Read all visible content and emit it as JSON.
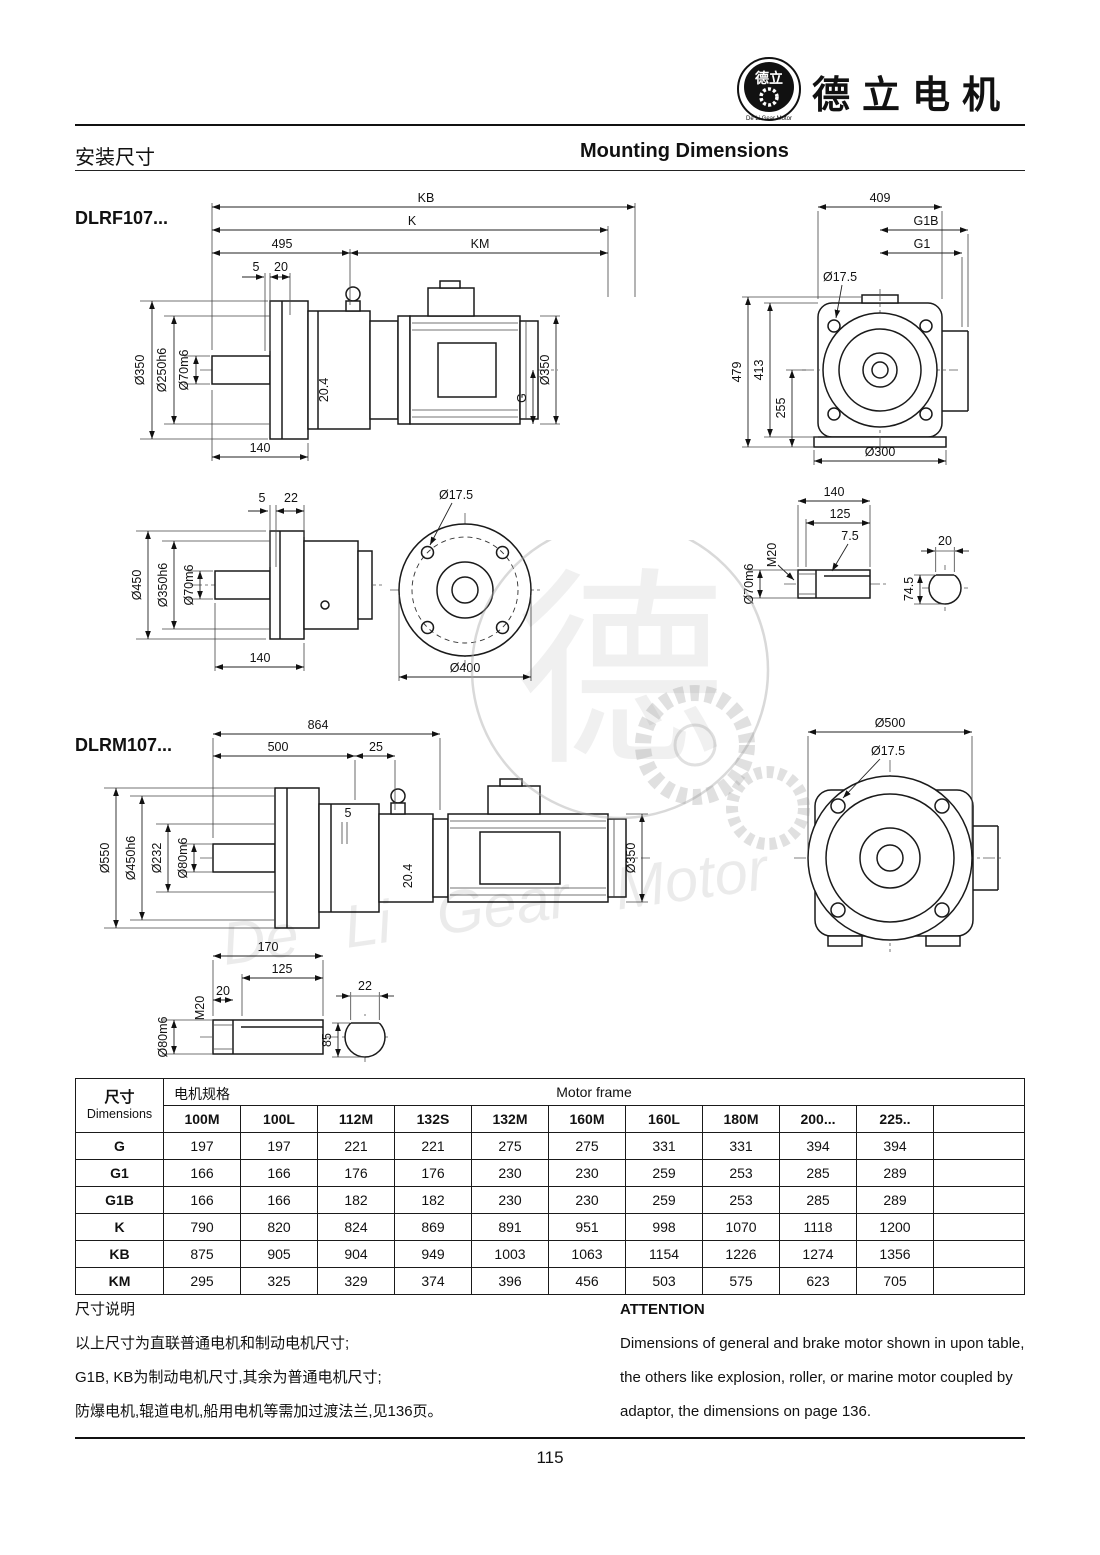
{
  "page": {
    "number": "115"
  },
  "header": {
    "brand": "德立电机",
    "logo_chars": "德立",
    "logo_small_text": "De Li Gear Motor",
    "title_cn": "安装尺寸",
    "title_en": "Mounting Dimensions"
  },
  "watermark": {
    "glyph": "德",
    "text": "De Li Gear Motor"
  },
  "dlrf": {
    "model": "DLRF107...",
    "side": {
      "kb": "KB",
      "k": "K",
      "len_495": "495",
      "km": "KM",
      "off_5": "5",
      "off_20": "20",
      "dia_350_flange": "Ø350",
      "dia_250h6": "Ø250h6",
      "dia_70m6": "Ø70m6",
      "key_204": "20.4",
      "g": "G",
      "dia_350_motor": "Ø350",
      "len_140": "140"
    },
    "front": {
      "w_409": "409",
      "g1b": "G1B",
      "g1": "G1",
      "dia_175": "Ø17.5",
      "h_479": "479",
      "h_413": "413",
      "h_255": "255",
      "dia_300": "Ø300"
    },
    "flange": {
      "off_5": "5",
      "off_22": "22",
      "dia_450": "Ø450",
      "dia_350h6": "Ø350h6",
      "dia_70m6": "Ø70m6",
      "len_140": "140",
      "dia_175": "Ø17.5",
      "dia_400": "Ø400"
    },
    "shaft": {
      "len_140": "140",
      "len_125": "125",
      "dep_75": "7.5",
      "m20": "M20",
      "dia_70m6": "Ø70m6",
      "key_20": "20",
      "h_745": "74.5"
    }
  },
  "dlrm": {
    "model": "DLRM107...",
    "side": {
      "len_864": "864",
      "len_500": "500",
      "len_25": "25",
      "dia_550": "Ø550",
      "dia_450h6": "Ø450h6",
      "dia_232": "Ø232",
      "dia_80m6": "Ø80m6",
      "off_5": "5",
      "key_204": "20.4",
      "dia_350": "Ø350"
    },
    "front": {
      "dia_500": "Ø500",
      "dia_175": "Ø17.5"
    },
    "shaft": {
      "len_170": "170",
      "len_125": "125",
      "len_20": "20",
      "m20": "M20",
      "dia_80m6": "Ø80m6",
      "key_22": "22",
      "h_85": "85"
    }
  },
  "table": {
    "corner_cn": "尺寸",
    "corner_en": "Dimensions",
    "group_cn": "电机规格",
    "group_en": "Motor frame",
    "columns": [
      "100M",
      "100L",
      "112M",
      "132S",
      "132M",
      "160M",
      "160L",
      "180M",
      "200...",
      "225.."
    ],
    "rows": [
      {
        "label": "G",
        "values": [
          "197",
          "197",
          "221",
          "221",
          "275",
          "275",
          "331",
          "331",
          "394",
          "394"
        ]
      },
      {
        "label": "G1",
        "values": [
          "166",
          "166",
          "176",
          "176",
          "230",
          "230",
          "259",
          "253",
          "285",
          "289"
        ]
      },
      {
        "label": "G1B",
        "values": [
          "166",
          "166",
          "182",
          "182",
          "230",
          "230",
          "259",
          "253",
          "285",
          "289"
        ]
      },
      {
        "label": "K",
        "values": [
          "790",
          "820",
          "824",
          "869",
          "891",
          "951",
          "998",
          "1070",
          "1118",
          "1200"
        ]
      },
      {
        "label": "KB",
        "values": [
          "875",
          "905",
          "904",
          "949",
          "1003",
          "1063",
          "1154",
          "1226",
          "1274",
          "1356"
        ]
      },
      {
        "label": "KM",
        "values": [
          "295",
          "325",
          "329",
          "374",
          "396",
          "456",
          "503",
          "575",
          "623",
          "705"
        ]
      }
    ]
  },
  "notes": {
    "cn_title": "尺寸说明",
    "cn_lines": [
      "以上尺寸为直联普通电机和制动电机尺寸;",
      "G1B, KB为制动电机尺寸,其余为普通电机尺寸;",
      "防爆电机,辊道电机,船用电机等需加过渡法兰,见136页。"
    ],
    "en_title": "ATTENTION",
    "en_lines": [
      "Dimensions of general and brake motor shown in upon table,",
      "the others like explosion, roller, or marine motor coupled by",
      "adaptor, the dimensions on page 136."
    ]
  }
}
